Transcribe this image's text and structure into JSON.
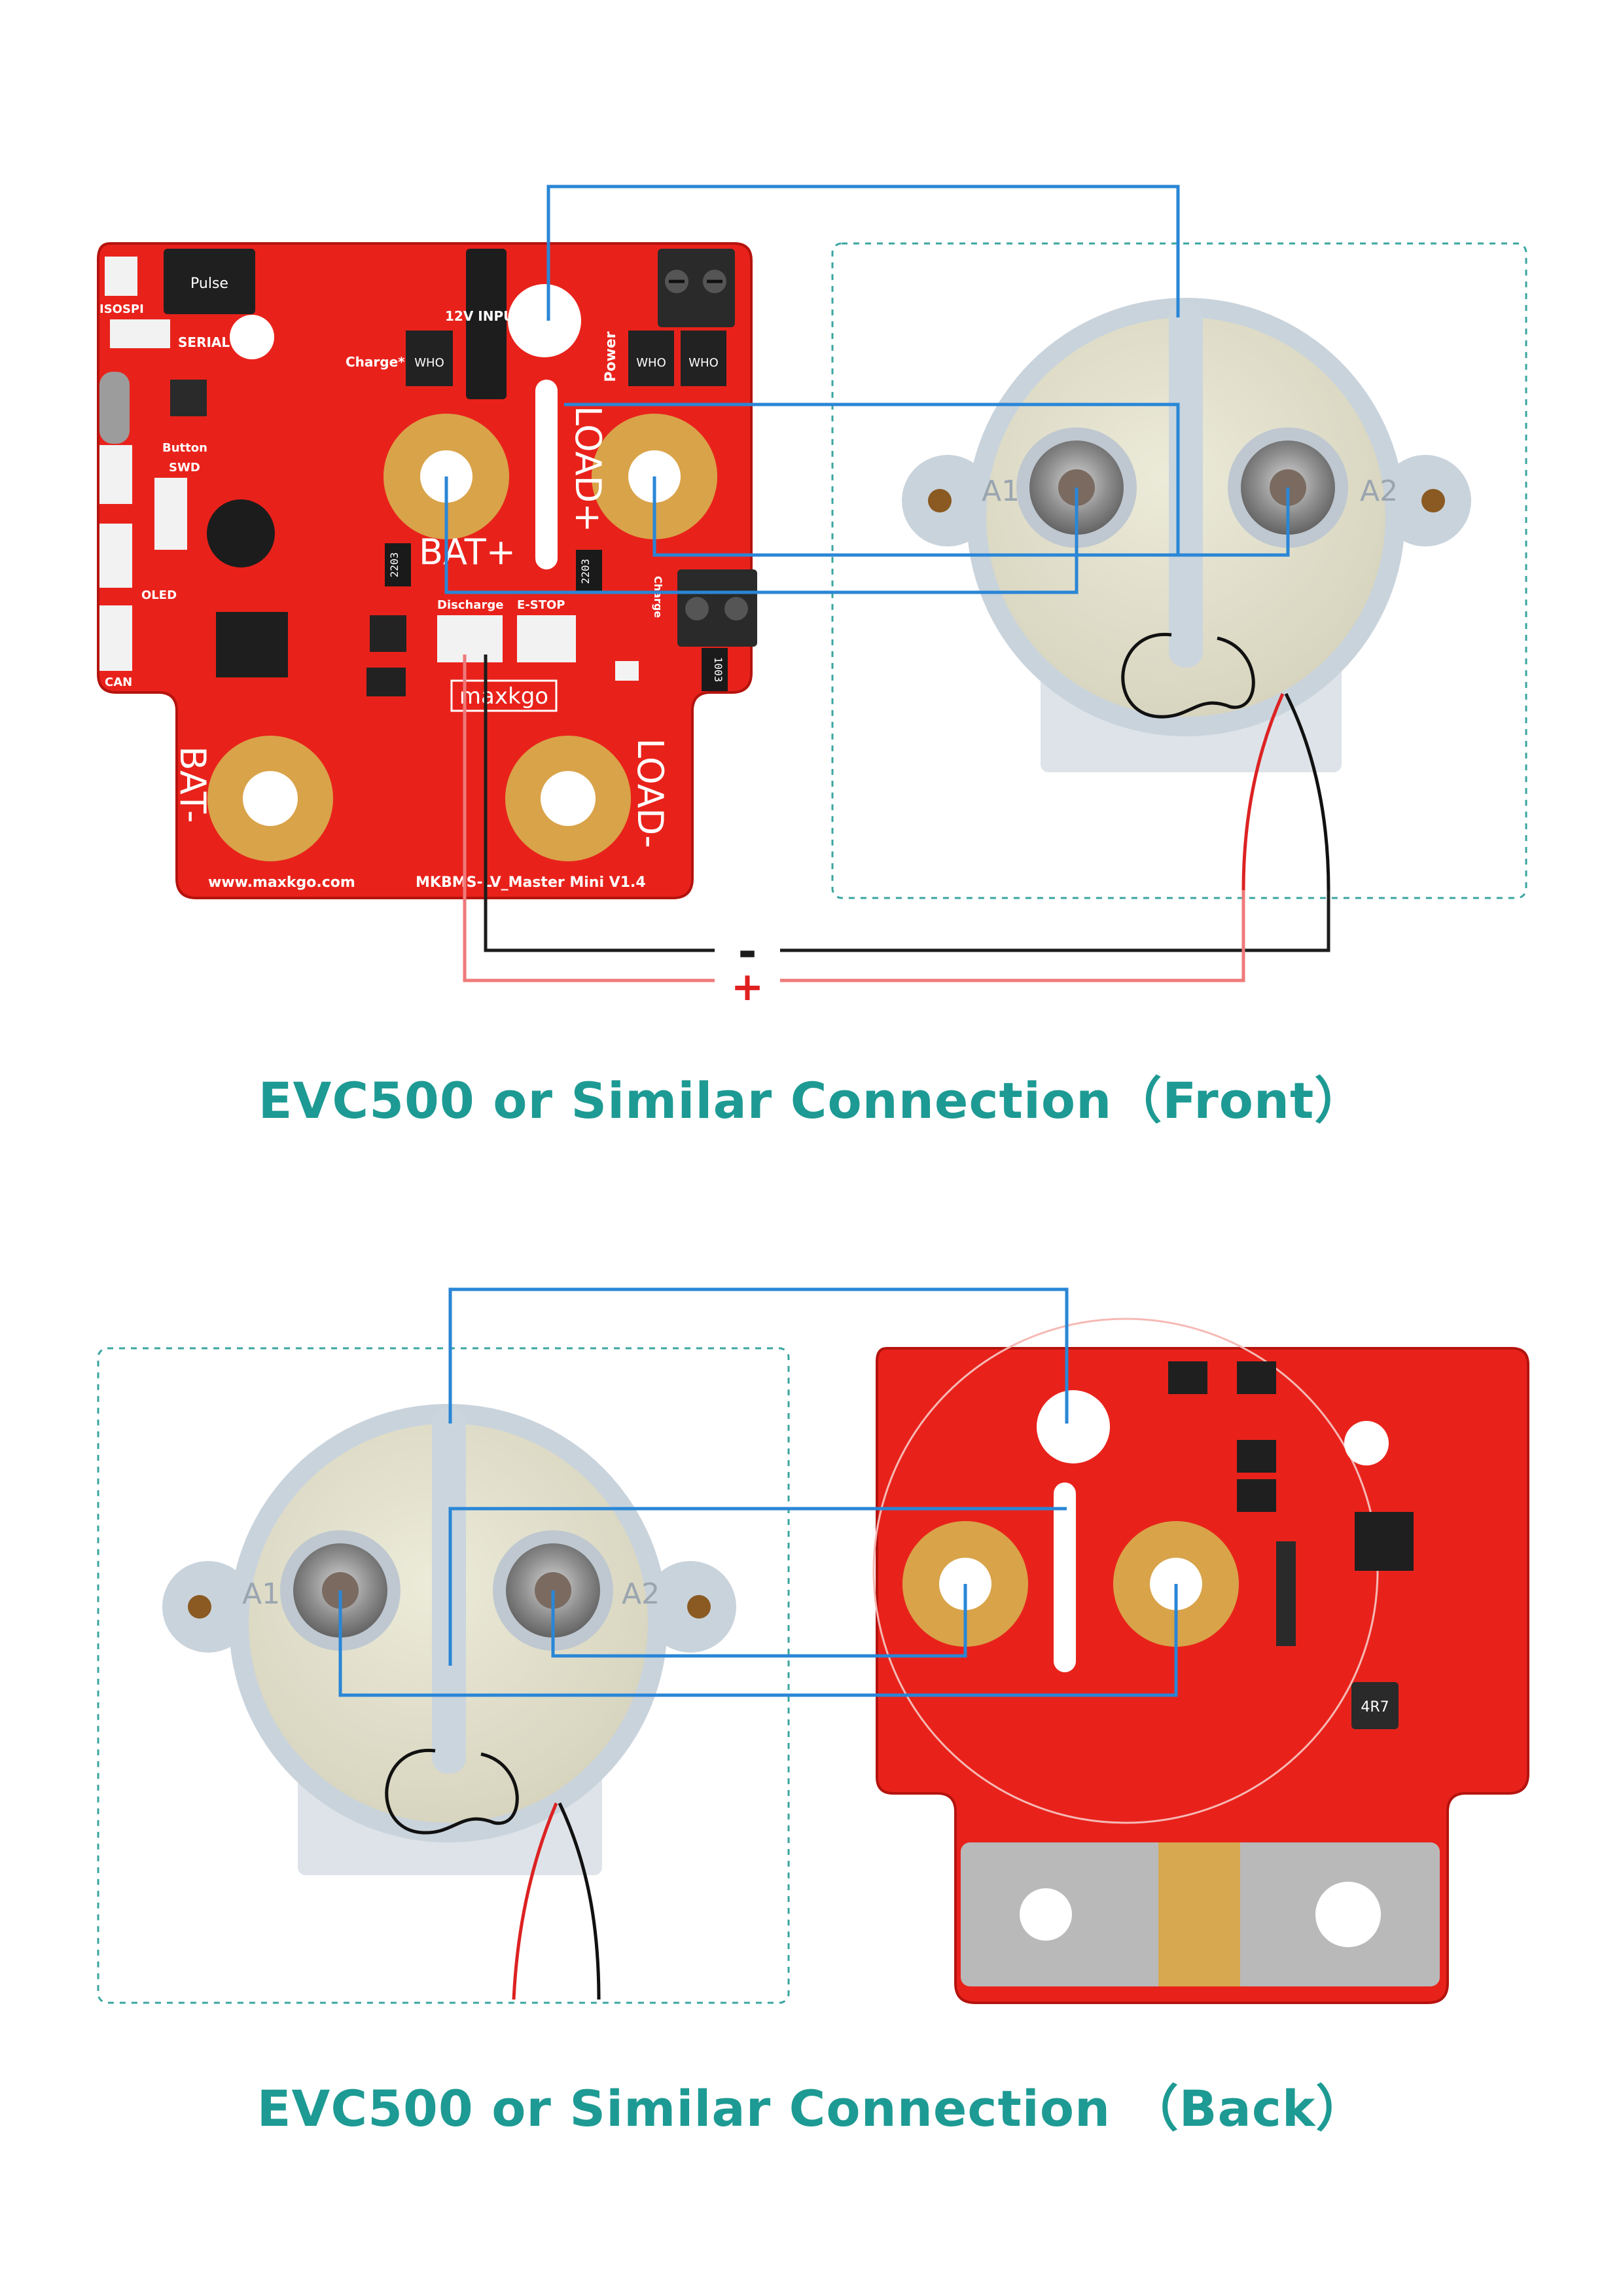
{
  "colors": {
    "pcb": "#e8221b",
    "pcb_dark": "#c81712",
    "copper": "#d9a349",
    "blue_wire": "#2a86d6",
    "red_wire": "#ef7a7a",
    "black_wire": "#1c1c1c",
    "frame": "#3aa5a0",
    "caption": "#1d9a93"
  },
  "front": {
    "caption": "EVC500 or Similar Connection（Front）",
    "board": {
      "labels": {
        "bat_plus": "BAT+",
        "bat_minus": "BAT-",
        "load_plus": "LOAD+",
        "load_minus": "LOAD-",
        "website": "www.maxkgo.com",
        "model": "MKBMS-LV_Master Mini V1.4",
        "brand": "maxkgo",
        "discharge": "Discharge",
        "estop": "E-STOP",
        "power": "Power",
        "charge": "Charge",
        "charge_star": "Charge*",
        "input_12v": "12V INPUT",
        "isospi": "ISOSPI",
        "serial": "SERIAL",
        "button": "Button",
        "swd": "SWD",
        "oled": "OLED",
        "can": "CAN",
        "pulse": "Pulse",
        "res_2203_a": "2203",
        "res_2203_b": "2203",
        "res_1003": "1003",
        "mosfet_a": "WHO",
        "mosfet_b": "WHO",
        "mosfet_c": "WHO"
      }
    },
    "contactor": {
      "a1": "A1",
      "a2": "A2"
    },
    "polarity": {
      "minus": "-",
      "plus": "+"
    }
  },
  "back": {
    "caption": "EVC500 or Similar Connection （Back）",
    "contactor": {
      "a1": "A1",
      "a2": "A2"
    },
    "board": {
      "inductor": "4R7"
    }
  }
}
